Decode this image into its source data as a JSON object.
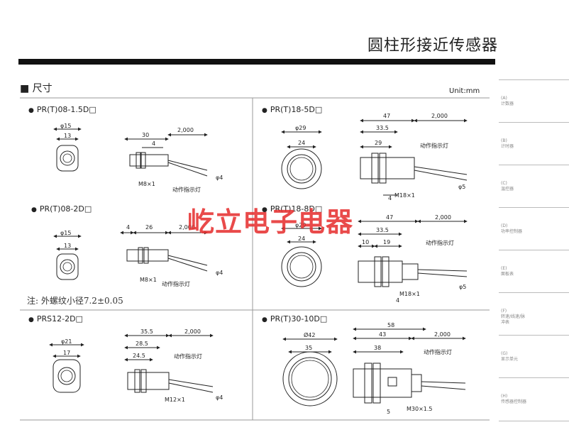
{
  "header": {
    "title": "圆柱形接近传感器"
  },
  "section": {
    "title": "■ 尺寸",
    "unit": "Unit:mm"
  },
  "sidebar": {
    "items": [
      {
        "code": "(A)",
        "label": "计数器"
      },
      {
        "code": "(B)",
        "label": "计时器"
      },
      {
        "code": "(C)",
        "label": "温控器"
      },
      {
        "code": "(D)",
        "label": "功率控制器"
      },
      {
        "code": "(E)",
        "label": "面板表"
      },
      {
        "code": "(F)",
        "label": "转速/线速/脉冲表"
      },
      {
        "code": "(G)",
        "label": "显示单元"
      },
      {
        "code": "(H)",
        "label": "传感器控制器"
      }
    ]
  },
  "watermark": "屹立电子电器",
  "note": "注: 外螺纹小径7.2±0.05",
  "models": [
    {
      "name": "PR(T)08-1.5D□",
      "labels": {
        "dia_outer": "φ15",
        "dia_inner": "13",
        "len_total": "30",
        "cable": "2,000",
        "len_small": "4",
        "thread": "M8×1",
        "led": "动作指示灯",
        "cable_dia": "φ4"
      }
    },
    {
      "name": "PR(T)08-2D□",
      "labels": {
        "dia_outer": "φ15",
        "dia_inner": "13",
        "len_a": "4",
        "len_b": "26",
        "cable": "2,000",
        "thread": "M8×1",
        "led": "动作指示灯",
        "cable_dia": "φ4"
      }
    },
    {
      "name": "PRS12-2D□",
      "labels": {
        "dia_outer": "φ21",
        "dia_inner": "17",
        "len_a": "35.5",
        "len_b": "28.5",
        "len_c": "24.5",
        "cable": "2,000",
        "led": "动作指示灯",
        "thread": "M12×1",
        "cable_dia": "φ4"
      }
    },
    {
      "name": "PR(T)18-5D□",
      "labels": {
        "dia_outer": "φ29",
        "dia_inner": "24",
        "len_a": "47",
        "len_b": "33.5",
        "len_c": "29",
        "cable": "2,000",
        "led": "动作指示灯",
        "thread": "M18×1",
        "len_small": "4",
        "cable_dia": "φ5"
      }
    },
    {
      "name": "PR(T)18-8D□",
      "labels": {
        "dia_outer": "φ29",
        "dia_inner": "24",
        "len_a": "47",
        "len_b": "33.5",
        "len_c": "10",
        "len_d": "19",
        "cable": "2,000",
        "led": "动作指示灯",
        "thread": "M18×1",
        "len_small": "4",
        "cable_dia": "φ5"
      }
    },
    {
      "name": "PR(T)30-10D□",
      "labels": {
        "dia_outer": "Ø42",
        "dia_inner": "35",
        "len_a": "58",
        "len_b": "43",
        "len_c": "38",
        "cable": "2,000",
        "led": "动作指示灯",
        "thread": "M30×1.5",
        "len_small": "5"
      }
    }
  ]
}
